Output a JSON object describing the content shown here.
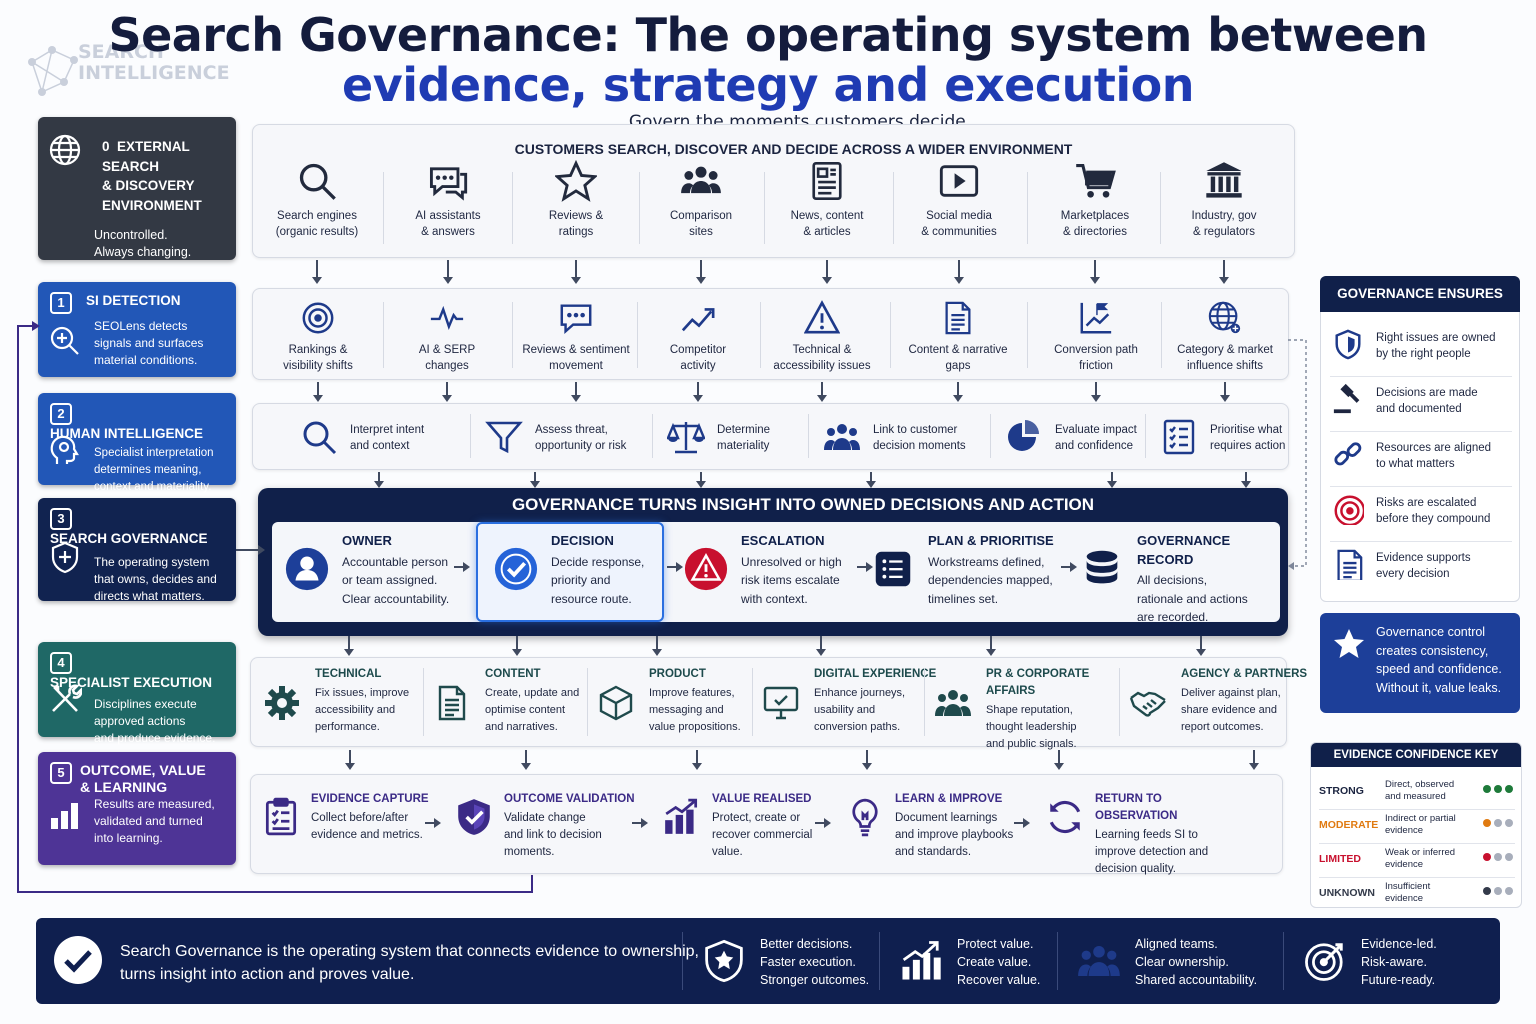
{
  "logo": {
    "line1": "SEARCH",
    "line2": "INTELLIGENCE"
  },
  "title": {
    "line1": "Search Governance: The operating system between",
    "line2": "evidence, strategy and execution",
    "subtitle": "Govern the moments customers decide."
  },
  "left": {
    "ext": {
      "number": "0",
      "title_l1": "EXTERNAL SEARCH",
      "title_l2": "& DISCOVERY",
      "title_l3": "ENVIRONMENT",
      "desc_l1": "Uncontrolled.",
      "desc_l2": "Always changing."
    },
    "s1": {
      "number": "1",
      "title": "SI DETECTION",
      "desc_l1": "SEOLens detects",
      "desc_l2": "signals and surfaces",
      "desc_l3": "material conditions."
    },
    "s2": {
      "number": "2",
      "title": "HUMAN INTELLIGENCE",
      "desc_l1": "Specialist interpretation",
      "desc_l2": "determines meaning,",
      "desc_l3": "context and materiality."
    },
    "s3": {
      "number": "3",
      "title": "SEARCH GOVERNANCE",
      "desc_l1": "The operating system",
      "desc_l2": "that owns, decides and",
      "desc_l3": "directs what matters."
    },
    "s4": {
      "number": "4",
      "title": "SPECIALIST EXECUTION",
      "desc_l1": "Disciplines execute",
      "desc_l2": "approved actions",
      "desc_l3": "and produce evidence."
    },
    "s5": {
      "number": "5",
      "title_l1": "OUTCOME, VALUE",
      "title_l2": "& LEARNING",
      "desc_l1": "Results are measured,",
      "desc_l2": "validated and turned",
      "desc_l3": "into learning."
    }
  },
  "environment": {
    "heading": "CUSTOMERS SEARCH, DISCOVER AND DECIDE ACROSS A WIDER ENVIRONMENT",
    "items": [
      {
        "l1": "Search engines",
        "l2": "(organic results)",
        "icon": "magnifier-icon"
      },
      {
        "l1": "AI assistants",
        "l2": "& answers",
        "icon": "chat-bubbles-icon"
      },
      {
        "l1": "Reviews &",
        "l2": "ratings",
        "icon": "star-icon"
      },
      {
        "l1": "Comparison",
        "l2": "sites",
        "icon": "people-group-icon"
      },
      {
        "l1": "News, content",
        "l2": "& articles",
        "icon": "newspaper-icon"
      },
      {
        "l1": "Social media",
        "l2": "& communities",
        "icon": "play-icon"
      },
      {
        "l1": "Marketplaces",
        "l2": "& directories",
        "icon": "cart-icon"
      },
      {
        "l1": "Industry, gov",
        "l2": "& regulators",
        "icon": "bank-icon"
      }
    ]
  },
  "detection": {
    "items": [
      {
        "l1": "Rankings &",
        "l2": "visibility shifts",
        "icon": "target-icon"
      },
      {
        "l1": "AI & SERP",
        "l2": "changes",
        "icon": "pulse-icon"
      },
      {
        "l1": "Reviews & sentiment",
        "l2": "movement",
        "icon": "speech-icon"
      },
      {
        "l1": "Competitor",
        "l2": "activity",
        "icon": "trend-icon"
      },
      {
        "l1": "Technical &",
        "l2": "accessibility issues",
        "icon": "warning-icon"
      },
      {
        "l1": "Content & narrative",
        "l2": "gaps",
        "icon": "document-icon"
      },
      {
        "l1": "Conversion path",
        "l2": "friction",
        "icon": "flag-chart-icon"
      },
      {
        "l1": "Category & market",
        "l2": "influence shifts",
        "icon": "globe-icon"
      }
    ]
  },
  "interpretation": {
    "items": [
      {
        "l1": "Interpret intent",
        "l2": "and context",
        "icon": "search-icon"
      },
      {
        "l1": "Assess threat,",
        "l2": "opportunity or risk",
        "icon": "funnel-icon"
      },
      {
        "l1": "Determine",
        "l2": "materiality",
        "icon": "scales-icon"
      },
      {
        "l1": "Link to customer",
        "l2": "decision moments",
        "icon": "team-icon"
      },
      {
        "l1": "Evaluate impact",
        "l2": "and confidence",
        "icon": "pie-icon"
      },
      {
        "l1": "Prioritise what",
        "l2": "requires action",
        "icon": "checklist-icon"
      }
    ]
  },
  "governance": {
    "heading": "GOVERNANCE TURNS INSIGHT INTO OWNED DECISIONS AND ACTION",
    "items": [
      {
        "title": "OWNER",
        "l1": "Accountable person",
        "l2": "or team assigned.",
        "l3": "Clear accountability.",
        "icon": "person-icon"
      },
      {
        "title": "DECISION",
        "l1": "Decide response,",
        "l2": "priority and",
        "l3": "resource route.",
        "icon": "check-circle-icon"
      },
      {
        "title": "ESCALATION",
        "l1": "Unresolved or high",
        "l2": "risk items escalate",
        "l3": "with context.",
        "icon": "alert-triangle-icon"
      },
      {
        "title": "PLAN & PRIORITISE",
        "l1": "Workstreams defined,",
        "l2": "dependencies mapped,",
        "l3": "timelines set.",
        "icon": "list-icon"
      },
      {
        "title": "GOVERNANCE RECORD",
        "l1": "All decisions,",
        "l2": "rationale and actions",
        "l3": "are recorded.",
        "icon": "database-icon"
      }
    ]
  },
  "ensures": {
    "heading": "GOVERNANCE ENSURES",
    "items": [
      {
        "l1": "Right issues are owned",
        "l2": "by the right people",
        "icon": "shield-icon"
      },
      {
        "l1": "Decisions are made",
        "l2": "and documented",
        "icon": "gavel-icon"
      },
      {
        "l1": "Resources are aligned",
        "l2": "to what matters",
        "icon": "link-icon"
      },
      {
        "l1": "Risks are escalated",
        "l2": "before they compound",
        "icon": "target-icon"
      },
      {
        "l1": "Evidence supports",
        "l2": "every decision",
        "icon": "document-icon"
      }
    ]
  },
  "control": {
    "l1": "Governance control",
    "l2": "creates consistency,",
    "l3": "speed and confidence.",
    "l4": "Without it, value leaks."
  },
  "execution": {
    "items": [
      {
        "title": "TECHNICAL",
        "l1": "Fix issues, improve",
        "l2": "accessibility and",
        "l3": "performance.",
        "icon": "gear-icon"
      },
      {
        "title": "CONTENT",
        "l1": "Create, update and",
        "l2": "optimise content",
        "l3": "and narratives.",
        "icon": "document-icon"
      },
      {
        "title": "PRODUCT",
        "l1": "Improve features,",
        "l2": "messaging and",
        "l3": "value propositions.",
        "icon": "cube-icon"
      },
      {
        "title": "DIGITAL EXPERIENCE",
        "l1": "Enhance journeys,",
        "l2": "usability and",
        "l3": "conversion paths.",
        "icon": "monitor-icon"
      },
      {
        "title": "PR & CORPORATE AFFAIRS",
        "l1": "Shape reputation,",
        "l2": "thought leadership",
        "l3": "and public signals.",
        "icon": "people-icon"
      },
      {
        "title": "AGENCY & PARTNERS",
        "l1": "Deliver against plan,",
        "l2": "share evidence and",
        "l3": "report outcomes.",
        "icon": "handshake-icon"
      }
    ]
  },
  "outcome": {
    "items": [
      {
        "title": "EVIDENCE CAPTURE",
        "l1": "Collect before/after",
        "l2": "evidence and metrics.",
        "l3": "",
        "icon": "clipboard-icon"
      },
      {
        "title": "OUTCOME VALIDATION",
        "l1": "Validate change",
        "l2": "and link to decision",
        "l3": "moments.",
        "icon": "shield-check-icon"
      },
      {
        "title": "VALUE REALISED",
        "l1": "Protect, create or",
        "l2": "recover commercial",
        "l3": "value.",
        "icon": "bar-chart-icon"
      },
      {
        "title": "LEARN & IMPROVE",
        "l1": "Document learnings",
        "l2": "and improve playbooks",
        "l3": "and standards.",
        "icon": "lightbulb-icon"
      },
      {
        "title": "RETURN TO OBSERVATION",
        "l1": "Learning feeds SI to",
        "l2": "improve detection and",
        "l3": "decision quality.",
        "icon": "refresh-icon"
      }
    ]
  },
  "key": {
    "heading": "EVIDENCE CONFIDENCE KEY",
    "rows": [
      {
        "label": "STRONG",
        "l1": "Direct, observed",
        "l2": "and measured",
        "color": "#1e7a3a"
      },
      {
        "label": "MODERATE",
        "l1": "Indirect or partial",
        "l2": "evidence",
        "color": "#e07a10"
      },
      {
        "label": "LIMITED",
        "l1": "Weak or inferred",
        "l2": "evidence",
        "color": "#c8102e"
      },
      {
        "label": "UNKNOWN",
        "l1": "Insufficient",
        "l2": "evidence",
        "color": "#333a4a"
      }
    ]
  },
  "footer": {
    "main_l1": "Search Governance is the operating system that connects evidence to ownership,",
    "main_l2": "turns insight into action and proves value.",
    "cols": [
      {
        "l1": "Better decisions.",
        "l2": "Faster execution.",
        "l3": "Stronger outcomes.",
        "icon": "shield-star-icon"
      },
      {
        "l1": "Protect value.",
        "l2": "Create value.",
        "l3": "Recover value.",
        "icon": "growth-chart-icon"
      },
      {
        "l1": "Aligned teams.",
        "l2": "Clear ownership.",
        "l3": "Shared accountability.",
        "icon": "team-icon"
      },
      {
        "l1": "Evidence-led.",
        "l2": "Risk-aware.",
        "l3": "Future-ready.",
        "icon": "target-arrow-icon"
      }
    ]
  }
}
